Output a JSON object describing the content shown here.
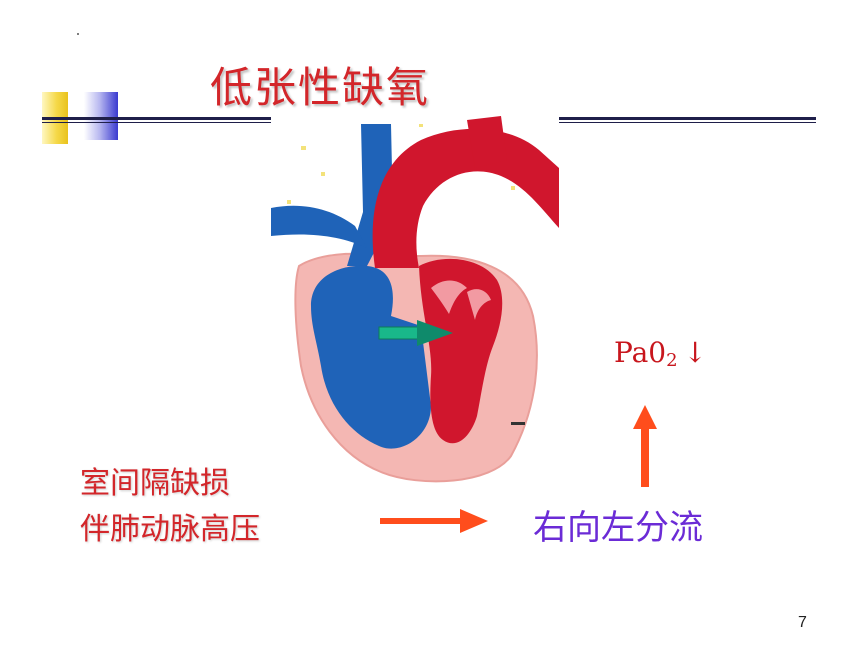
{
  "slide": {
    "title": "低张性缺氧",
    "pao2": {
      "base": "Pa0",
      "subscript": "2",
      "trend_symbol": "↓"
    },
    "cause_lines": [
      "室间隔缺损",
      "伴肺动脉高压"
    ],
    "result": "右向左分流",
    "page_number": "7"
  },
  "colors": {
    "title_red": "#d3262a",
    "result_purple": "#6b2bd6",
    "arrow_orange": "#ff4d1c",
    "rule_navy": "#1f1f4a",
    "heart_red": "#d0162d",
    "heart_blue": "#1f63b8",
    "heart_pink": "#f4b7b3",
    "shunt_arrow_green": "#19b88a"
  },
  "icons": {
    "heart": "heart-diagram-illustration",
    "shunt_arrow": "right-arrow-icon",
    "flow_arrow": "right-arrow-icon",
    "rise_arrow": "up-arrow-icon"
  }
}
